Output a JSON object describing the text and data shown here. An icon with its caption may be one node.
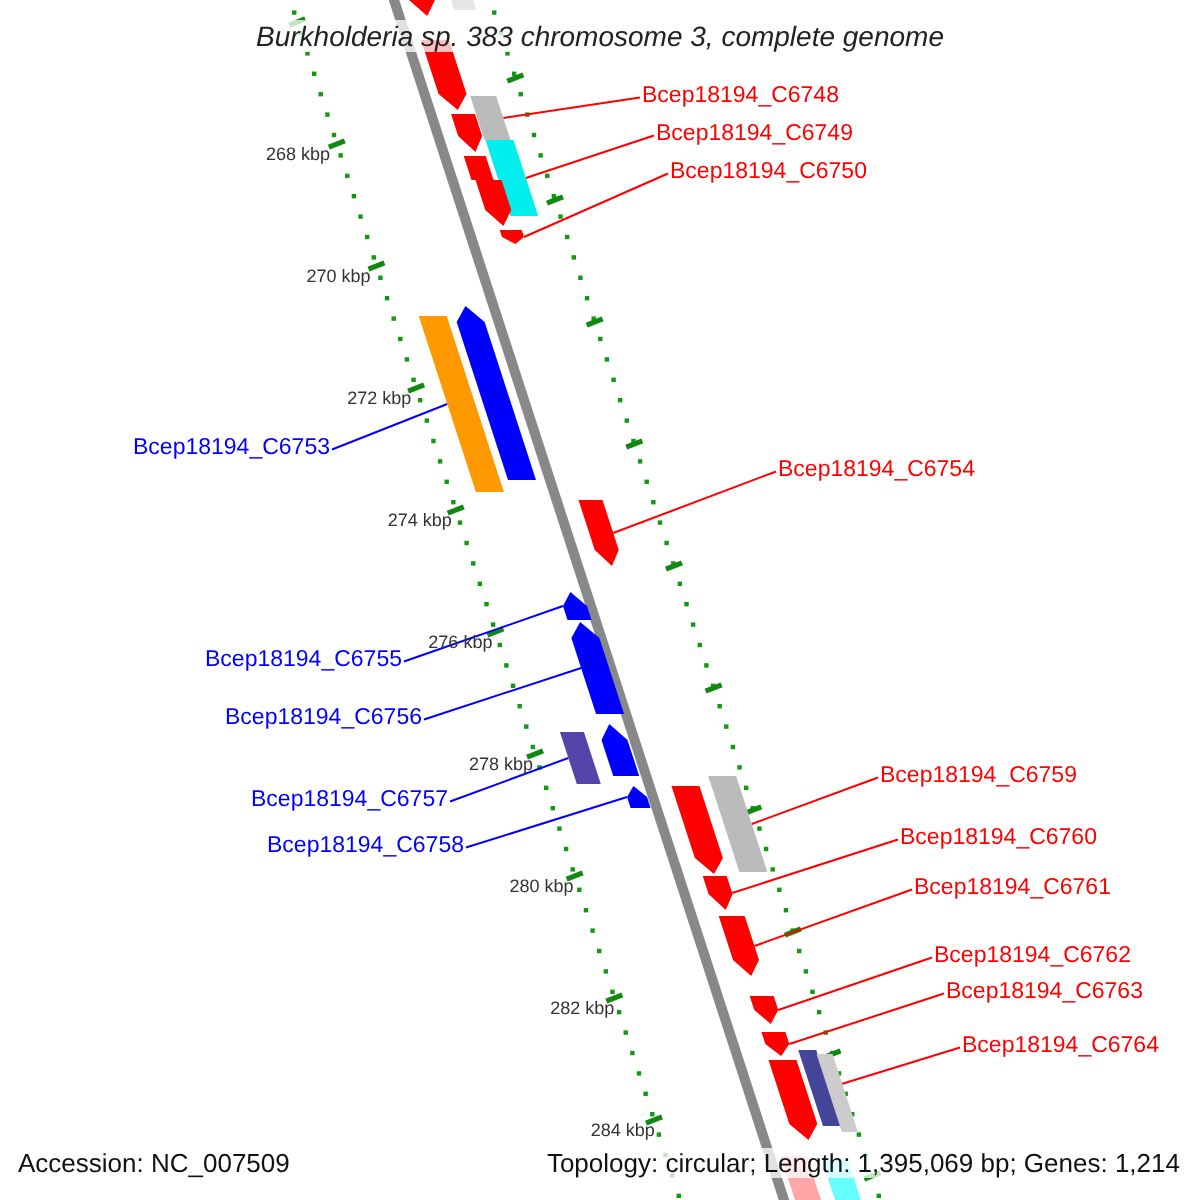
{
  "diagram": {
    "title": "Burkholderia sp. 383 chromosome 3, complete genome",
    "nodes": [
      {
        "text": [
          "Bcep18194_C6748"
        ]
      },
      {
        "text": [
          "Bcep18194_C6749"
        ]
      },
      {
        "text": [
          "Bcep18194_C6750"
        ]
      },
      {
        "text": [
          "Bcep18194_C6753"
        ]
      },
      {
        "text": [
          "Bcep18194_C6754"
        ]
      },
      {
        "text": [
          "Bcep18194_C6755"
        ]
      },
      {
        "text": [
          "Bcep18194_C6756"
        ]
      },
      {
        "text": [
          "Bcep18194_C6757"
        ]
      },
      {
        "text": [
          "Bcep18194_C6758"
        ]
      },
      {
        "text": [
          "Bcep18194_C6759"
        ]
      },
      {
        "text": [
          "Bcep18194_C6760"
        ]
      },
      {
        "text": [
          "Bcep18194_C6761"
        ]
      },
      {
        "text": [
          "Bcep18194_C6762"
        ]
      },
      {
        "text": [
          "Bcep18194_C6763"
        ]
      },
      {
        "text": [
          "Bcep18194_C6764"
        ]
      },
      {
        "text": [],
        "shape": "bar"
      },
      {
        "text": [],
        "shape": "bar"
      },
      {
        "text": [],
        "shape": "bar"
      },
      {
        "text": [],
        "shape": "bar"
      },
      {
        "text": [],
        "shape": "bar"
      },
      {
        "text": [],
        "shape": "bar"
      },
      {
        "text": [],
        "shape": "bar"
      },
      {
        "text": [],
        "shape": "bar"
      },
      {
        "text": [],
        "shape": "bar"
      },
      {
        "text": [],
        "shape": "bar"
      },
      {
        "text": [],
        "shape": "bar"
      },
      {
        "text": [],
        "shape": "bar"
      },
      {
        "text": [],
        "shape": "bar"
      },
      {
        "text": [],
        "shape": "bar"
      },
      {
        "text": [],
        "shape": "bar"
      },
      {
        "text": [],
        "shape": "bar"
      },
      {
        "text": [],
        "shape": "bar"
      },
      {
        "text": [],
        "shape": "bar"
      },
      {
        "text": [],
        "shape": "bar"
      },
      {
        "text": [],
        "shape": "bar"
      },
      {
        "text": [],
        "shape": "bar"
      },
      {
        "text": [],
        "shape": "bar"
      },
      {
        "text": [],
        "shape": "bar"
      },
      {
        "text": [],
        "shape": "bar"
      },
      {
        "text": [],
        "shape": "bar"
      },
      {
        "text": [],
        "shape": "bar"
      },
      {
        "text": [],
        "shape": "bar"
      },
      {
        "text": [],
        "shape": "bar"
      }
    ],
    "edges": [
      {
        "from": 0,
        "to": 15,
        "arrow": "none"
      },
      {
        "from": 1,
        "to": 16,
        "arrow": "none"
      },
      {
        "from": 2,
        "to": 17,
        "arrow": "none"
      },
      {
        "from": 3,
        "to": 18,
        "arrow": "none",
        "color": "#0000ff"
      },
      {
        "from": 4,
        "to": 19,
        "arrow": "none"
      },
      {
        "from": 5,
        "to": 20,
        "arrow": "none",
        "color": "#0000ff"
      },
      {
        "from": 6,
        "to": 21,
        "arrow": "none",
        "color": "#0000ff"
      },
      {
        "from": 7,
        "to": 22,
        "arrow": "none",
        "color": "#0000ff"
      },
      {
        "from": 8,
        "to": 23,
        "arrow": "none",
        "color": "#0000ff"
      },
      {
        "from": 9,
        "to": 24,
        "arrow": "none"
      },
      {
        "from": 10,
        "to": 25,
        "arrow": "none"
      },
      {
        "from": 11,
        "to": 26,
        "arrow": "none"
      },
      {
        "from": 12,
        "to": 27,
        "arrow": "none"
      },
      {
        "from": 13,
        "to": 28,
        "arrow": "none"
      },
      {
        "from": 14,
        "to": 29,
        "arrow": "none"
      }
    ],
    "labels": [
      "268 kbp",
      "270 kbp",
      "272 kbp",
      "274 kbp",
      "276 kbp",
      "278 kbp",
      "280 kbp",
      "282 kbp",
      "284 kbp",
      "Accession: NC_007509",
      "Topology: circular; Length: 1,395,069 bp; Genes: 1,214"
    ]
  }
}
